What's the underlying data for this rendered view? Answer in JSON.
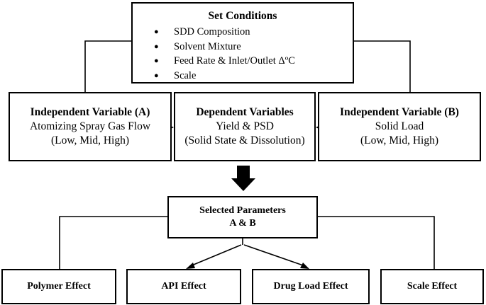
{
  "set_conditions": {
    "title": "Set Conditions",
    "items": [
      "SDD Composition",
      "Solvent Mixture",
      "Feed Rate & Inlet/Outlet ΔºC",
      "Scale"
    ]
  },
  "independent_a": {
    "title": "Independent Variable (A)",
    "line1": "Atomizing Spray Gas Flow",
    "line2": "(Low, Mid, High)"
  },
  "dependent": {
    "title": "Dependent Variables",
    "line1": "Yield & PSD",
    "line2": "(Solid State & Dissolution)"
  },
  "independent_b": {
    "title": "Independent Variable (B)",
    "line1": "Solid Load",
    "line2": "(Low, Mid, High)"
  },
  "selected": {
    "title": "Selected Parameters",
    "subtitle": "A & B"
  },
  "effects": [
    "Polymer Effect",
    "API Effect",
    "Drug Load Effect",
    "Scale Effect"
  ]
}
